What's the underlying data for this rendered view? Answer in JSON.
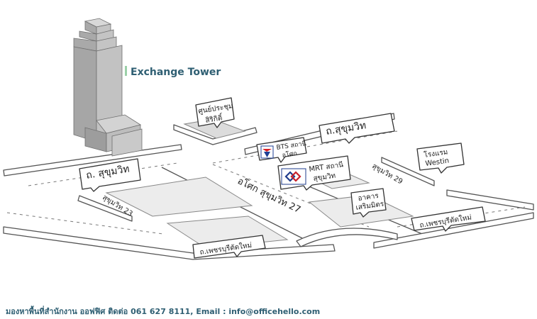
{
  "map": {
    "building_label": "Exchange Tower",
    "roads": {
      "sukhumvit_left": "ถ. สุขุมวิท",
      "sukhumvit_right": "ถ.สุขุมวิท",
      "asok_sukhumvit27": "อโศก สุขุมวิท 27",
      "sukhumvit23": "สุขุมวิท 23",
      "sukhumvit29": "สุขุมวิท 29",
      "phetchaburi_left": "ถ.เพชรบุรีตัดใหม่",
      "phetchaburi_right": "ถ.เพชรบุรีตัดใหม่"
    },
    "landmarks": {
      "convention_line1": "ศูนย์ประชุม",
      "convention_line2": "สิริกิติ์",
      "bts_line1": "BTS สถานี",
      "bts_line2": "อโศก",
      "mrt_line1": "MRT สถานี",
      "mrt_line2": "สุขุมวิท",
      "westin_line1": "โรงแรม",
      "westin_line2": "Westin",
      "building_line1": "อาคาร",
      "building_line2": "เสริมมิตร"
    },
    "colors": {
      "tower_label": "#2f5f73",
      "mrt_blue": "#1f3c8c",
      "mrt_red": "#c8202a",
      "bts_blue": "#1d3f95",
      "bts_red": "#d81f26"
    }
  },
  "footer": {
    "contact": "มองหาพื้นที่สำนักงาน ออฟฟิศ ติดต่อ 061 627 8111, Email : info@officehello.com"
  }
}
